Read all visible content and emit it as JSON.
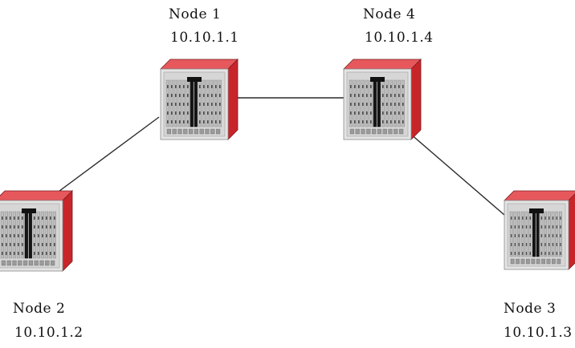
{
  "nodes": [
    {
      "id": "node1",
      "name": "Node 1",
      "ip": "10.10.1.1"
    },
    {
      "id": "node4",
      "name": "Node 4",
      "ip": "10.10.1.4"
    },
    {
      "id": "node2",
      "name": "Node 2",
      "ip": "10.10.1.2"
    },
    {
      "id": "node3",
      "name": "Node 3",
      "ip": "10.10.1.3"
    }
  ],
  "links": [
    {
      "from": "node1",
      "to": "node2"
    },
    {
      "from": "node1",
      "to": "node4"
    },
    {
      "from": "node4",
      "to": "node3"
    }
  ],
  "colors": {
    "chassis_side": "#c8252b",
    "chassis_top": "#e6585c",
    "chassis_front": "#e4e4e4",
    "link": "#2a2a2a"
  }
}
